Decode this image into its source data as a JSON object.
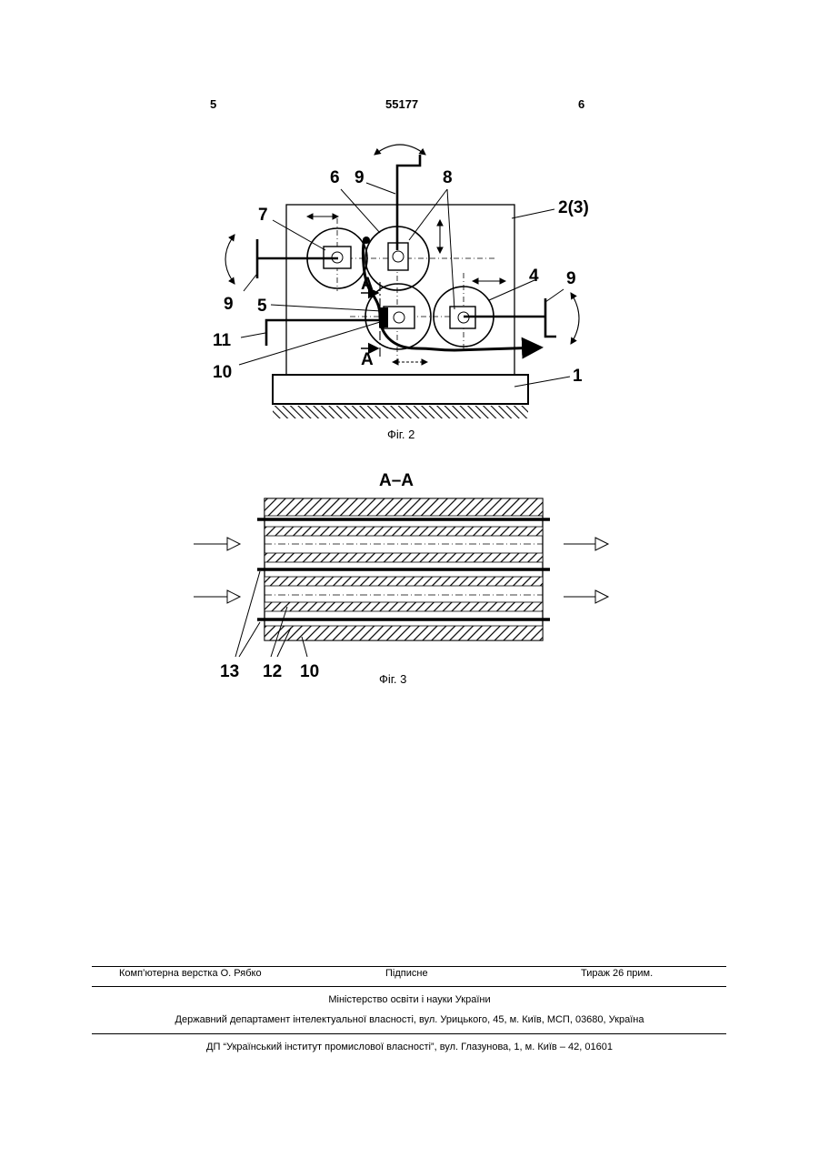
{
  "header": {
    "page_left": "5",
    "patent_number": "55177",
    "page_right": "6"
  },
  "fig2": {
    "caption": "Фіг. 2",
    "labels": {
      "l6": "6",
      "l9a": "9",
      "l8": "8",
      "l23": "2(3)",
      "l7": "7",
      "l9b": "9",
      "l4": "4",
      "l9c": "9",
      "l5": "5",
      "lA1": "A",
      "l11": "11",
      "lA2": "A",
      "l10": "10",
      "l1": "1"
    }
  },
  "fig3": {
    "title": "A–A",
    "caption": "Фіг. 3",
    "labels": {
      "l13": "13",
      "l12": "12",
      "l10": "10"
    }
  },
  "footer": {
    "layout_by": "Комп’ютерна верстка О. Рябко",
    "signed": "Підписне",
    "circulation": "Тираж 26 прим.",
    "ministry": "Міністерство освіти і науки України",
    "department": "Державний департамент інтелектуальної власності, вул. Урицького, 45, м. Київ, МСП, 03680, Україна",
    "institute": "ДП “Український інститут промислової власності”, вул. Глазунова, 1, м. Київ – 42, 01601"
  }
}
